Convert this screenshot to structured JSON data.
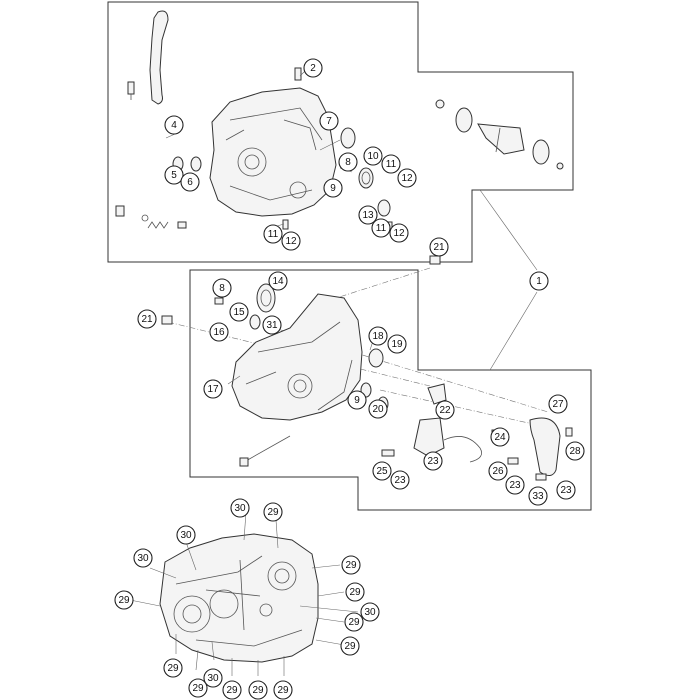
{
  "callouts": [
    {
      "id": "c1",
      "label": "1"
    },
    {
      "id": "c2",
      "label": "2"
    },
    {
      "id": "c4",
      "label": "4"
    },
    {
      "id": "c5",
      "label": "5"
    },
    {
      "id": "c6",
      "label": "6"
    },
    {
      "id": "c7",
      "label": "7"
    },
    {
      "id": "c8a",
      "label": "8"
    },
    {
      "id": "c9a",
      "label": "9"
    },
    {
      "id": "c10",
      "label": "10"
    },
    {
      "id": "c11a",
      "label": "11"
    },
    {
      "id": "c12a",
      "label": "12"
    },
    {
      "id": "c13",
      "label": "13"
    },
    {
      "id": "c11b",
      "label": "11"
    },
    {
      "id": "c12b",
      "label": "12"
    },
    {
      "id": "c11c",
      "label": "11"
    },
    {
      "id": "c12c",
      "label": "12"
    },
    {
      "id": "c21a",
      "label": "21"
    },
    {
      "id": "c21b",
      "label": "21"
    },
    {
      "id": "c8b",
      "label": "8"
    },
    {
      "id": "c14",
      "label": "14"
    },
    {
      "id": "c15",
      "label": "15"
    },
    {
      "id": "c16",
      "label": "16"
    },
    {
      "id": "c31",
      "label": "31"
    },
    {
      "id": "c18",
      "label": "18"
    },
    {
      "id": "c19",
      "label": "19"
    },
    {
      "id": "c17",
      "label": "17"
    },
    {
      "id": "c9b",
      "label": "9"
    },
    {
      "id": "c20",
      "label": "20"
    },
    {
      "id": "c22",
      "label": "22"
    },
    {
      "id": "c27",
      "label": "27"
    },
    {
      "id": "c24",
      "label": "24"
    },
    {
      "id": "c28",
      "label": "28"
    },
    {
      "id": "c23a",
      "label": "23"
    },
    {
      "id": "c25",
      "label": "25"
    },
    {
      "id": "c23b",
      "label": "23"
    },
    {
      "id": "c26",
      "label": "26"
    },
    {
      "id": "c23c",
      "label": "23"
    },
    {
      "id": "c33",
      "label": "33"
    },
    {
      "id": "c23d",
      "label": "23"
    },
    {
      "id": "c30a",
      "label": "30"
    },
    {
      "id": "c29a",
      "label": "29"
    },
    {
      "id": "c30b",
      "label": "30"
    },
    {
      "id": "c30c",
      "label": "30"
    },
    {
      "id": "c29b",
      "label": "29"
    },
    {
      "id": "c29c",
      "label": "29"
    },
    {
      "id": "c29d",
      "label": "29"
    },
    {
      "id": "c29e",
      "label": "29"
    },
    {
      "id": "c30d",
      "label": "30"
    },
    {
      "id": "c29f",
      "label": "29"
    },
    {
      "id": "c29g",
      "label": "29"
    },
    {
      "id": "c29h",
      "label": "29"
    },
    {
      "id": "c30e",
      "label": "30"
    },
    {
      "id": "c29i",
      "label": "29"
    },
    {
      "id": "c29j",
      "label": "29"
    },
    {
      "id": "c29k",
      "label": "29"
    },
    {
      "id": "c29l",
      "label": "29"
    }
  ]
}
